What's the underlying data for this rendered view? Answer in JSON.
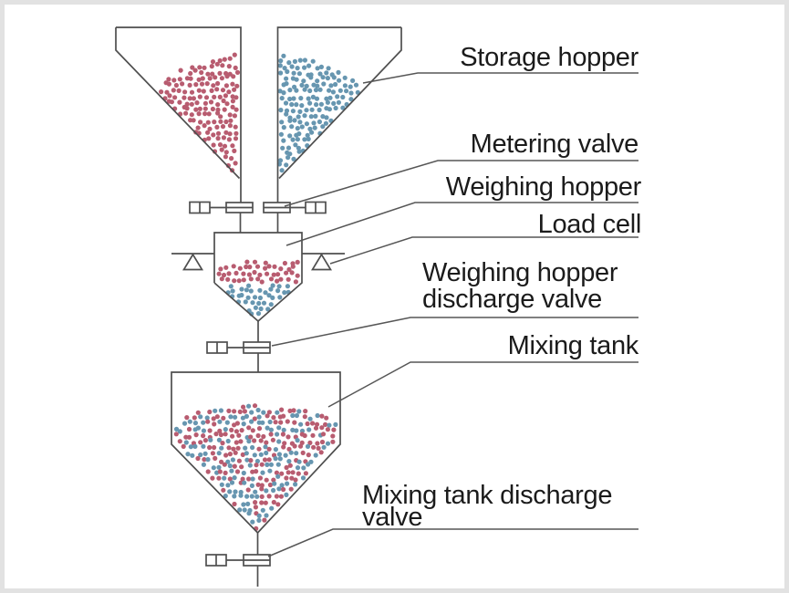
{
  "labels": {
    "storage_hopper": "Storage hopper",
    "metering_valve": "Metering valve",
    "weighing_hopper": "Weighing hopper",
    "load_cell": "Load cell",
    "weighing_hopper_discharge_valve": {
      "line1": "Weighing hopper",
      "line2": "discharge valve"
    },
    "mixing_tank": "Mixing tank",
    "mixing_tank_discharge_valve": {
      "line1": "Mixing tank discharge",
      "line2": "valve"
    }
  },
  "colors": {
    "material_red": "#b85c70",
    "material_blue": "#6796b0",
    "line": "#4f4f4f",
    "label_text": "#1b1b1b",
    "frame": "#e2e2e2",
    "background": "#ffffff"
  }
}
